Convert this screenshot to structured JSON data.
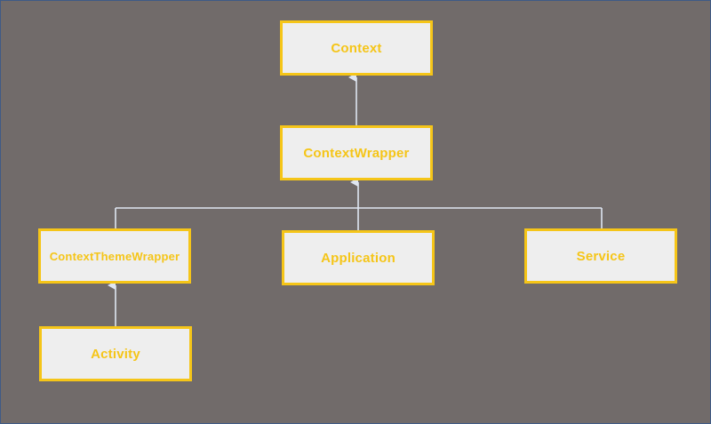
{
  "diagram": {
    "colors": {
      "background": "#716b6a",
      "node_fill": "#eeeeee",
      "node_border": "#f5c518",
      "node_text": "#f5c518",
      "connector": "#dfe6f2"
    },
    "nodes": {
      "context": "Context",
      "context_wrapper": "ContextWrapper",
      "context_theme_wrapper": "ContextThemeWrapper",
      "application": "Application",
      "service": "Service",
      "activity": "Activity"
    },
    "edges": [
      {
        "from": "context_wrapper",
        "to": "context"
      },
      {
        "from": "context_theme_wrapper",
        "to": "context_wrapper"
      },
      {
        "from": "application",
        "to": "context_wrapper"
      },
      {
        "from": "service",
        "to": "context_wrapper"
      },
      {
        "from": "activity",
        "to": "context_theme_wrapper"
      }
    ]
  }
}
